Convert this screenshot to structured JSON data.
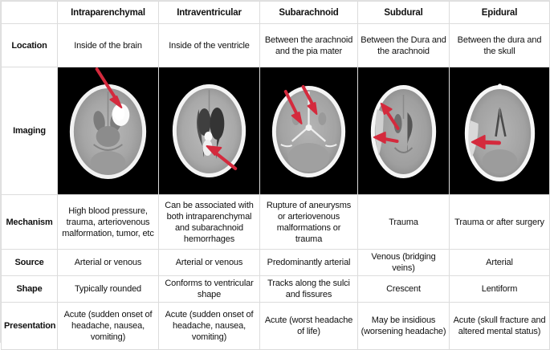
{
  "table": {
    "corner_label": "",
    "columns": [
      "Intraparenchymal",
      "Intraventricular",
      "Subarachnoid",
      "Subdural",
      "Epidural"
    ],
    "row_labels": [
      "Location",
      "Imaging",
      "Mechanism",
      "Source",
      "Shape",
      "Presentation"
    ],
    "rows": {
      "location": [
        "Inside of the brain",
        "Inside of the ventricle",
        "Between the arachnoid and the pia mater",
        "Between the Dura and the arachnoid",
        "Between the dura and the skull"
      ],
      "imaging": [
        "ct-axial-intraparenchymal-hemorrhage",
        "ct-axial-intraventricular-hemorrhage",
        "ct-axial-subarachnoid-hemorrhage",
        "ct-axial-subdural-hematoma",
        "ct-axial-epidural-hematoma"
      ],
      "mechanism": [
        "High blood pressure, trauma, arteriovenous malformation, tumor, etc",
        "Can be associated with both intraparenchymal and subarachnoid hemorrhages",
        "Rupture of aneurysms or arteriovenous malformations or trauma",
        "Trauma",
        "Trauma or after surgery"
      ],
      "source": [
        "Arterial or venous",
        "Arterial or venous",
        "Predominantly arterial",
        "Venous (bridging veins)",
        "Arterial"
      ],
      "shape": [
        "Typically rounded",
        "Conforms to ventricular shape",
        "Tracks along the sulci and fissures",
        "Crescent",
        "Lentiform"
      ],
      "presentation": [
        "Acute (sudden onset of headache, nausea, vomiting)",
        "Acute (sudden onset of headache, nausea, vomiting)",
        "Acute (worst headache of life)",
        "May be insidious (worsening headache)",
        "Acute (skull fracture and altered mental status)"
      ]
    }
  },
  "colors": {
    "arrow": "#d42a3d",
    "border": "#dcdcdc",
    "text": "#111111",
    "scan_background": "#000000"
  }
}
